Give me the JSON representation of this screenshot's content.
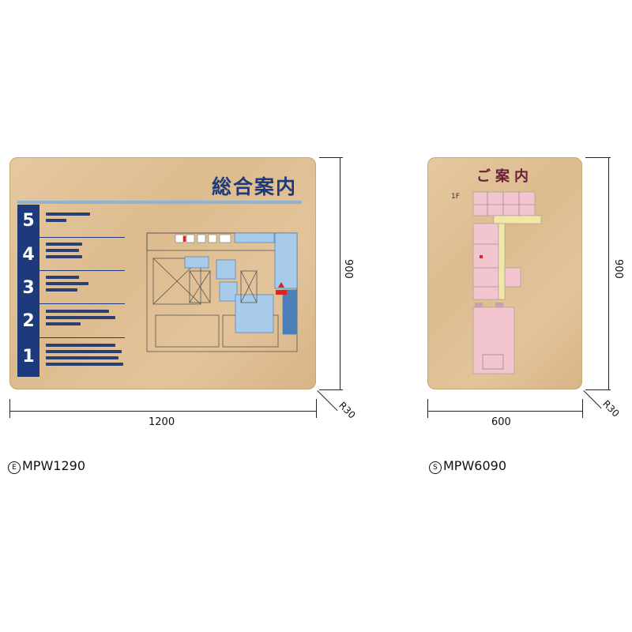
{
  "sign_a": {
    "title": "総合案内",
    "floors": [
      "5",
      "4",
      "3",
      "2",
      "1"
    ],
    "width_label": "1200",
    "height_label": "900",
    "radius_label": "R30",
    "model": "MPW1290",
    "model_mark": "E"
  },
  "sign_b": {
    "title": "ご案内",
    "floor_tag": "1F",
    "width_label": "600",
    "height_label": "900",
    "radius_label": "R30",
    "model": "MPW6090",
    "model_mark": "S"
  },
  "colors": {
    "navy": "#1d3a7c",
    "wood": "#e0c194",
    "map_blue": "#a9cbea",
    "map_pink": "#f3c6cf",
    "map_yellow": "#f4e7a6"
  }
}
